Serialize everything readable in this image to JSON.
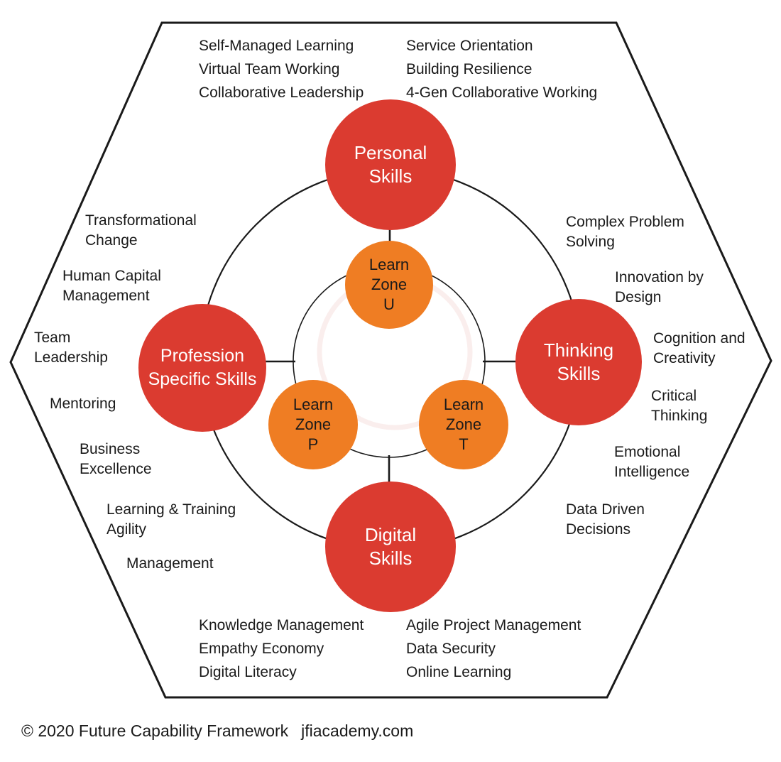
{
  "colors": {
    "red": "#db3b30",
    "orange": "#ef7d23",
    "ink": "#1a1a1a",
    "watermark": "#f7e3e1"
  },
  "skill_circles": {
    "personal": "Personal\nSkills",
    "profession": "Profession\nSpecific Skills",
    "thinking": "Thinking\nSkills",
    "digital": "Digital\nSkills"
  },
  "learn_zones": {
    "u": "Learn\nZone\nU",
    "p": "Learn\nZone\nP",
    "t": "Learn\nZone\nT"
  },
  "capabilities": {
    "top_left": [
      "Self-Managed Learning",
      "Virtual Team Working",
      "Collaborative Leadership"
    ],
    "top_right": [
      "Service Orientation",
      "Building Resilience",
      "4-Gen Collaborative Working"
    ],
    "left": [
      "Transformational\nChange",
      "Human Capital\nManagement",
      "Team\nLeadership",
      "Mentoring",
      "Business\nExcellence",
      "Learning & Training\nAgility",
      "Management"
    ],
    "right": [
      "Complex Problem\nSolving",
      "Innovation by\nDesign",
      "Cognition and\nCreativity",
      "Critical\nThinking",
      "Emotional\nIntelligence",
      "Data Driven\nDecisions"
    ],
    "bottom_left": [
      "Knowledge Management",
      "Empathy Economy",
      "Digital Literacy"
    ],
    "bottom_right": [
      "Agile Project Management",
      "Data Security",
      "Online Learning"
    ]
  },
  "footer": {
    "copyright": "© 2020 Future Capability Framework",
    "website": "jfiacademy.com"
  }
}
